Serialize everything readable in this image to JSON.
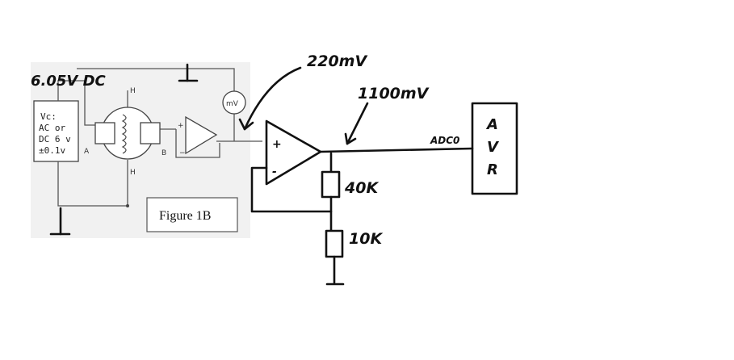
{
  "labels": {
    "supply_voltage": "6.05V DC",
    "vc_line1": "Vc:",
    "vc_line2": "AC or",
    "vc_line3": "DC 6 v",
    "vc_line4": "±0.1v",
    "node_a": "A",
    "node_b": "B",
    "heater_top": "H",
    "heater_bottom": "H",
    "plus": "+",
    "minus": "−",
    "meter": "mV",
    "opamp_plus": "+",
    "opamp_minus": "-",
    "input_mv": "220mV",
    "output_mv": "1100mV",
    "resistor_top": "40K",
    "resistor_bottom": "10K",
    "adc_pin": "ADC0",
    "avr_line1": "A",
    "avr_line2": "V",
    "avr_line3": "R",
    "figure_caption": "Figure 1B"
  }
}
